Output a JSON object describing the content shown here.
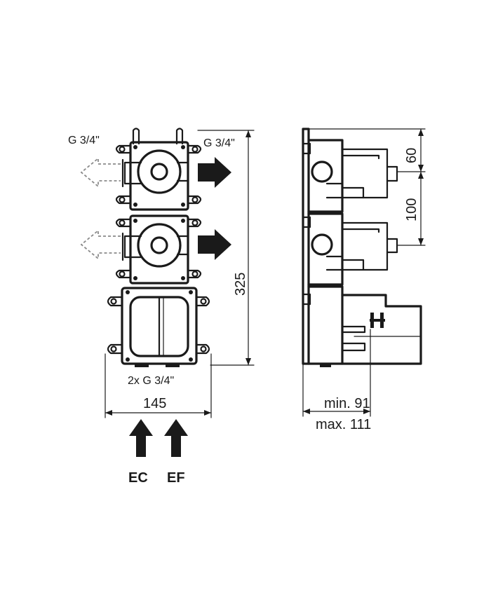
{
  "front_view": {
    "outlet_left_label": "G 3/4\"",
    "outlet_right_label": "G 3/4\"",
    "inlet_label": "2x G 3/4\"",
    "width_label": "145",
    "height_label": "325",
    "inlet_hot_label": "EC",
    "inlet_cold_label": "EF"
  },
  "side_view": {
    "dim_upper_label": "60",
    "dim_spacing_label": "100",
    "depth_min_label": "min. 91",
    "depth_max_label": "max. 111"
  },
  "colors": {
    "ink": "#1a1a1a",
    "dashed": "#8a8a8a",
    "background": "#ffffff"
  }
}
